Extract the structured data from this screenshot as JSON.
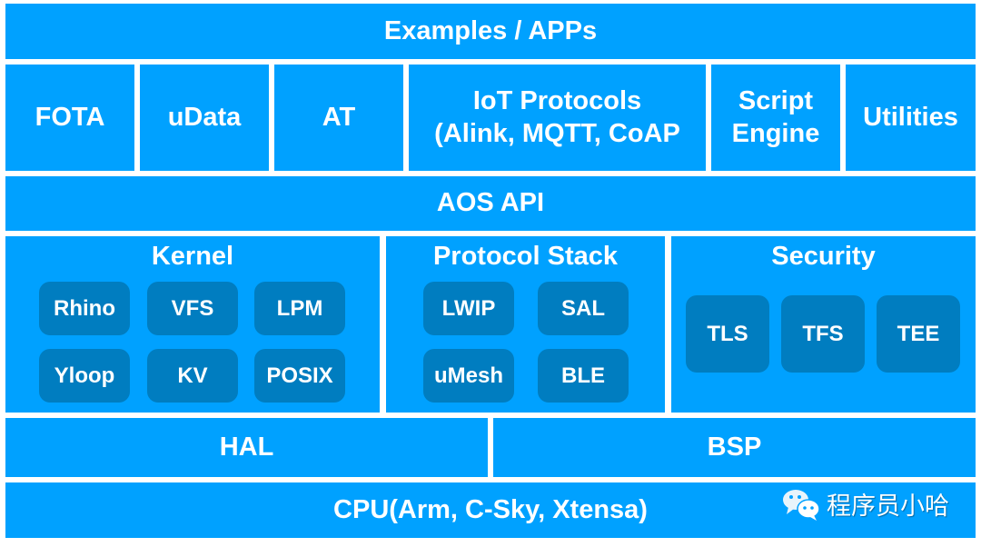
{
  "diagram": {
    "colors": {
      "block": "#00a1ff",
      "chip": "#007dc0",
      "text": "#ffffff",
      "background": "#ffffff"
    },
    "layers": {
      "apps": "Examples / APPs",
      "middleware": [
        "FOTA",
        "uData",
        "AT",
        "IoT Protocols\n(Alink, MQTT, CoAP",
        "Script\nEngine",
        "Utilities"
      ],
      "api": "AOS API",
      "kernel": {
        "title": "Kernel",
        "items": [
          "Rhino",
          "VFS",
          "LPM",
          "Yloop",
          "KV",
          "POSIX"
        ]
      },
      "protocol_stack": {
        "title": "Protocol Stack",
        "items": [
          "LWIP",
          "SAL",
          "uMesh",
          "BLE"
        ]
      },
      "security": {
        "title": "Security",
        "items": [
          "TLS",
          "TFS",
          "TEE"
        ]
      },
      "hal": "HAL",
      "bsp": "BSP",
      "cpu": "CPU(Arm, C-Sky, Xtensa)"
    },
    "watermark": {
      "icon": "wechat-icon",
      "text": "程序员小哈"
    }
  }
}
